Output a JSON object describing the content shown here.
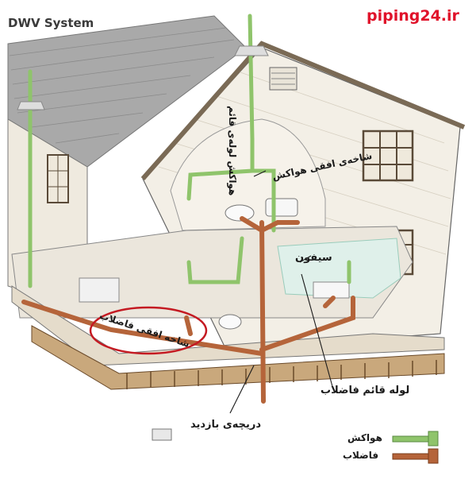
{
  "title": "DWV System",
  "brand": "piping24.ir",
  "labels": {
    "vent_stack": "هواکش لوله‌ی قائم",
    "vent_branch": "شاخه‌ی افقی هواکش",
    "trap": "سیفون",
    "drain_branch": "شاخه افقی فاضلاب",
    "soil_stack": "لوله قائم فاضلاب",
    "cleanout": "دریچه‌ی بازدید"
  },
  "legend": {
    "vent": "هواکش",
    "drain": "فاضلاب"
  },
  "colors": {
    "vent_pipe": "#8fc46b",
    "drain_pipe": "#b5643a",
    "highlight_circle": "#c41a22",
    "brand": "#e0122a"
  }
}
